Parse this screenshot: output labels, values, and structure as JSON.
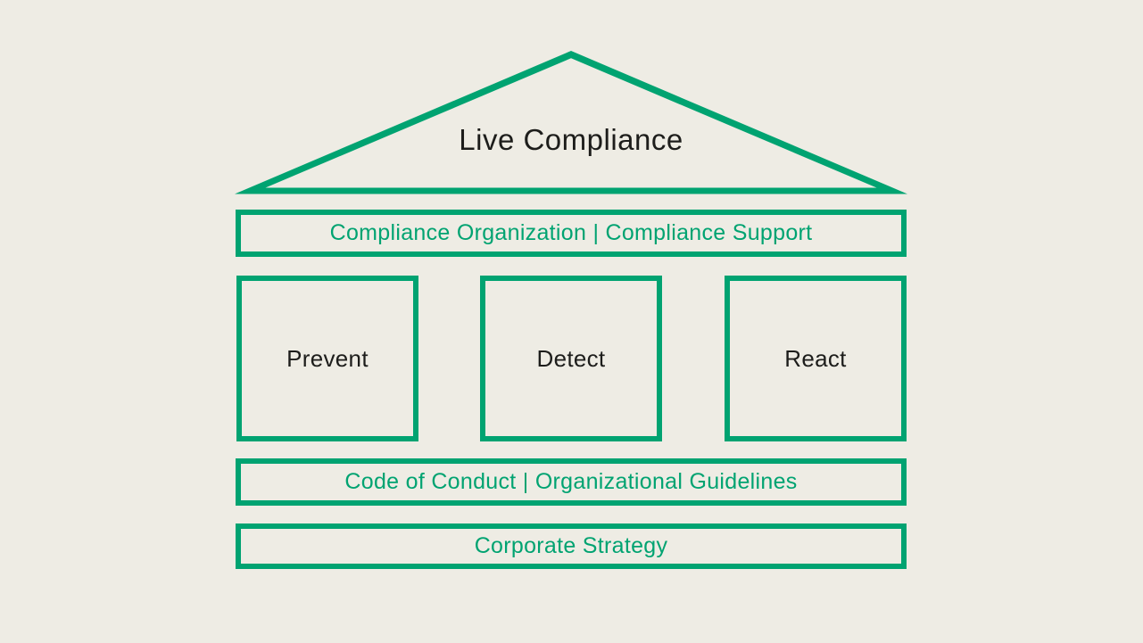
{
  "colors": {
    "green": "#00a371",
    "background": "#eeece4",
    "text_dark": "#1d1d1b"
  },
  "diagram": {
    "type": "compliance-house",
    "roof": {
      "label": "Live Compliance"
    },
    "top_bar": {
      "label": "Compliance Organization | Compliance Support"
    },
    "pillars": [
      {
        "label": "Prevent"
      },
      {
        "label": "Detect"
      },
      {
        "label": "React"
      }
    ],
    "middle_bar": {
      "label": "Code of Conduct | Organizational Guidelines"
    },
    "base_bar": {
      "label": "Corporate Strategy"
    }
  }
}
